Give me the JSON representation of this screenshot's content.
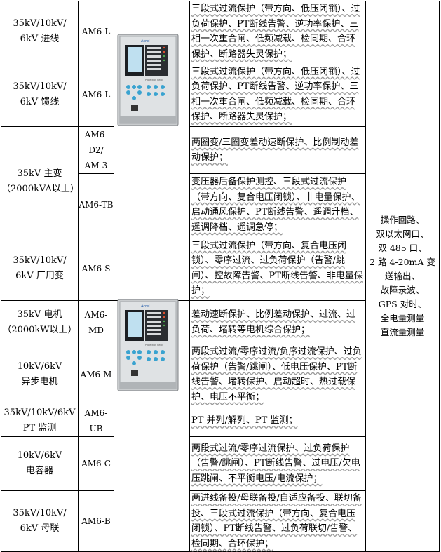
{
  "rows": [
    {
      "application": "35kV/10kV/\n6kV 进线",
      "model": "AM6-L",
      "functions": "三段式过流保护（带方向、低压闭锁）、过负荷保护、PT断线告警、逆功率保护、三相一次重合闸、低频减载、检同期、合环保护、断路器失灵保护；"
    },
    {
      "application": "35kV/10kV/\n6kV 馈线",
      "model": "AM6-L",
      "functions": "三段式过流保护（带方向、低压闭锁）、过负荷保护、PT断线告警、逆功率保护、三相一次重合闸、低频减载、检同期、合环保护、断路器失灵保护；"
    },
    {
      "application": "35kV 主变\n（2000kVA以上）",
      "model": "AM6-D2/\nAM-3",
      "functions": "两圈变/三圈变差动速断保护、比例制动差动保护；"
    },
    {
      "model": "AM6-TB",
      "functions": "变压器后备保护测控、三段式过流保护（带方向、复合电压闭锁）、非电量保护、启动通风保护、PT断线告警、遥调升档、遥调降档、遥调急停；"
    },
    {
      "application": "35kV/10kV/\n6kV 厂用变",
      "model": "AM6-S",
      "functions": "三段式过流保护（带方向、复合电压闭锁）、零序过流、过负荷保护（告警/跳闸）、控故障告警、PT断线告警、非电量保护；"
    },
    {
      "application": "35kV 电机\n（2000kW以上）",
      "model": "AM6-MD",
      "functions": "差动速断保护、比例差动保护、过流、过负荷、堵转等电机综合保护；"
    },
    {
      "application": "10kV/6kV\n异步电机",
      "model": "AM6-M",
      "functions": "两段式过流/零序过流/负序过流保护、过负荷保护（告警/跳闸）、低电压保护、PT断线告警、堵转保护、启动超时、热过载保护、电压不平衡；"
    },
    {
      "application": "35kV/10kV/6kV\nPT 监测",
      "model": "AM6-UB",
      "functions": "PT 并列/解列、PT 监测；"
    },
    {
      "application": "10kV/6kV\n电容器",
      "model": "AM6-C",
      "functions": "两段式过流/零序过流保护、过负荷保护（告警/跳闸）、PT断线告警、过电压/欠电压跳闸、不平衡电压/电流保护；"
    },
    {
      "application": "35kV/10kV/\n6kV 母联",
      "model": "AM6-B",
      "functions": "两进线备投/母联备投/自适应备投、联切备投、三段式过流保护（带方向、复合电压闭锁）、PT断线告警、过负荷联切/告警、检同期、合环保护；"
    }
  ],
  "common_features": "操作回路、\n双以太网口、\n双 485 口、\n2 路 4-20mA 变\n送输出、\n故障录波、\nGPS 对时、\n全电量测量\n直流量测量",
  "device": {
    "brand": "Acrel",
    "panel_label": "Protection\nRelay",
    "series": "AM6"
  }
}
